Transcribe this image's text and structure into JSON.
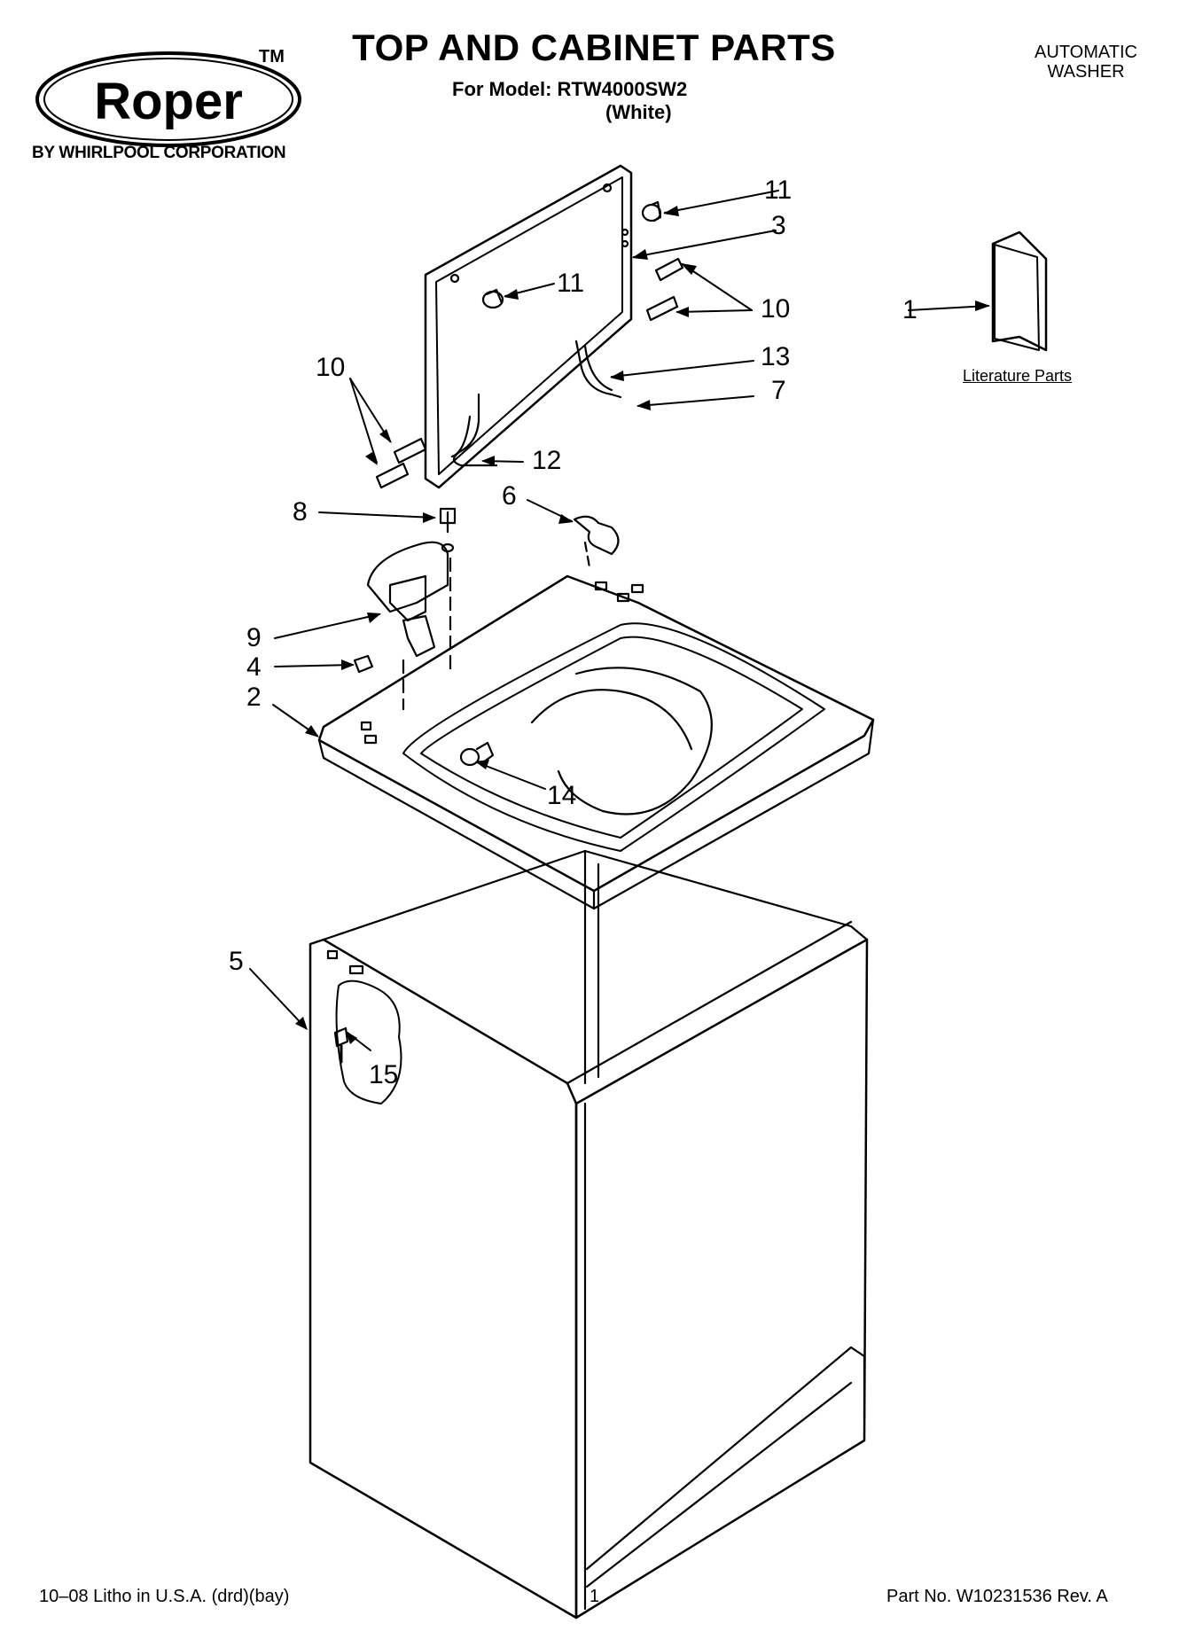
{
  "brand": {
    "name": "Roper",
    "trademark": "TM",
    "byline": "BY WHIRLPOOL CORPORATION"
  },
  "header": {
    "title": "TOP AND CABINET PARTS",
    "model_line": "For Model: RTW4000SW2",
    "variant": "(White)",
    "appliance_line1": "AUTOMATIC",
    "appliance_line2": "WASHER"
  },
  "literature": {
    "label": "Literature Parts"
  },
  "callouts": {
    "c1": "1",
    "c2": "2",
    "c3": "3",
    "c4": "4",
    "c5": "5",
    "c6": "6",
    "c7": "7",
    "c8": "8",
    "c9": "9",
    "c10a": "10",
    "c10b": "10",
    "c11a": "11",
    "c11b": "11",
    "c12": "12",
    "c13": "13",
    "c14": "14",
    "c15": "15"
  },
  "footer": {
    "litho": "10–08 Litho in U.S.A. (drd)(bay)",
    "page": "1",
    "part_no": "Part No. W10231536 Rev. A"
  },
  "colors": {
    "ink": "#000000",
    "paper": "#ffffff"
  }
}
